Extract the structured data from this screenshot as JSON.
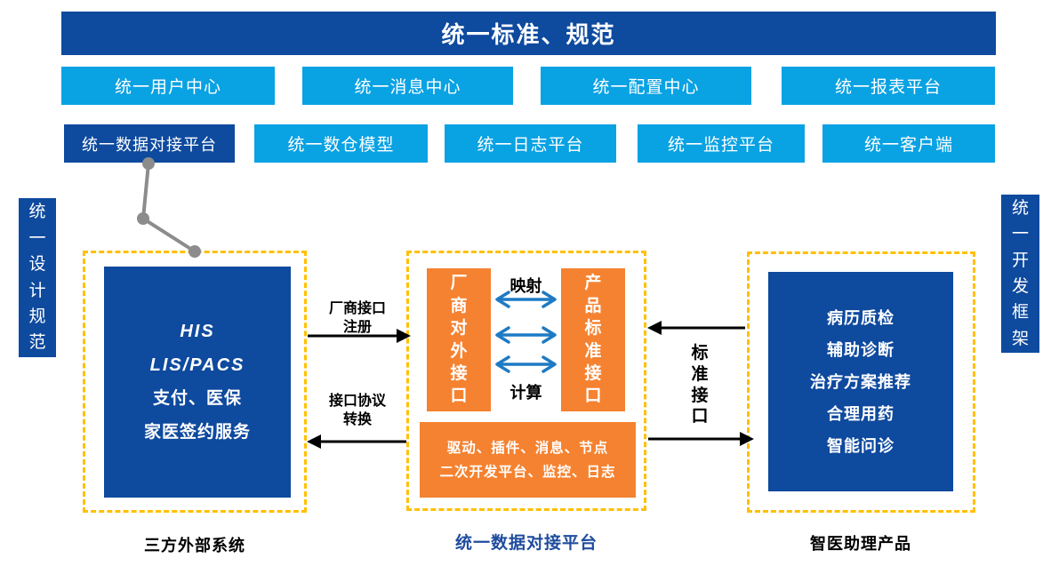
{
  "banner": {
    "title": "统一标准、规范"
  },
  "platform_row": {
    "items": [
      "统一用户中心",
      "统一消息中心",
      "统一配置中心",
      "统一报表平台"
    ]
  },
  "service_row": {
    "highlight": "统一数据对接平台",
    "items": [
      "统一数仓模型",
      "统一日志平台",
      "统一监控平台",
      "统一客户端"
    ]
  },
  "side_bars": {
    "left": "统一设计规范",
    "right": "统一开发框架"
  },
  "external_group": {
    "lines": [
      "HIS",
      "LIS/PACS",
      "支付、医保",
      "家医签约服务"
    ],
    "label": "三方外部系统"
  },
  "adapter_group": {
    "vendor_box": "厂商对外接口",
    "standard_box": "产品标准接口",
    "mapping_label": "映射",
    "compute_label": "计算",
    "runtime_lines": [
      "驱动、插件、消息、节点",
      "二次开发平台、监控、日志"
    ],
    "label": "统一数据对接平台"
  },
  "product_group": {
    "lines": [
      "病历质检",
      "辅助诊断",
      "治疗方案推荐",
      "合理用药",
      "智能问诊"
    ],
    "label": "智医助理产品"
  },
  "flow_labels": {
    "register_line1": "厂商接口",
    "register_line2": "注册",
    "convert_line1": "接口协议",
    "convert_line2": "转换",
    "standard": "标准接口"
  },
  "colors": {
    "dark_blue": "#0E4A9E",
    "light_blue": "#09A2E3",
    "orange": "#F58230",
    "dashed_border": "#FFC000",
    "connector_gray": "#8C8C8C",
    "arrow_blue": "#1E7AC4",
    "label_blue": "#1F4C9E"
  }
}
